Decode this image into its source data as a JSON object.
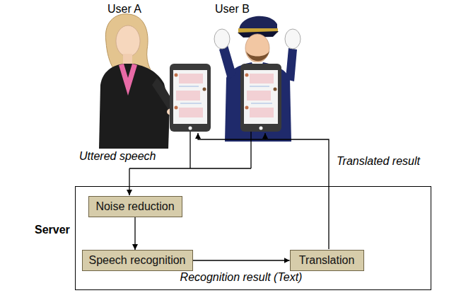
{
  "diagram": {
    "nodes": [
      {
        "text": [
          "Server"
        ]
      },
      {
        "text": [
          "Noise reduction"
        ],
        "in": 0
      },
      {
        "text": [
          "Speech recognition"
        ],
        "in": 0
      },
      {
        "text": [
          "Translation"
        ],
        "in": 0
      }
    ],
    "edges": [
      {
        "from": 1,
        "to": 2,
        "arrow": "to"
      },
      {
        "from": 2,
        "to": 3,
        "arrow": "to",
        "label": "Recognition result (Text)"
      }
    ],
    "labels": [
      "User A",
      "User B",
      "Uttered speech",
      "Translated result"
    ]
  }
}
